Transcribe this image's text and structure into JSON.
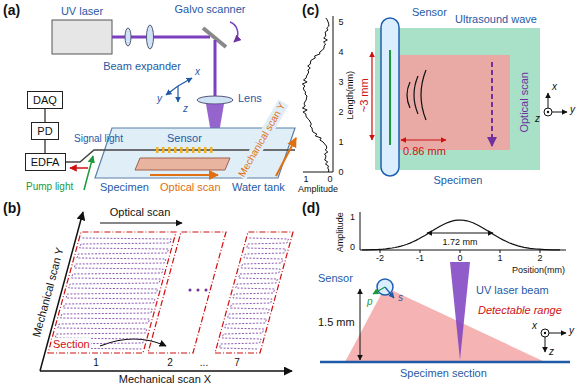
{
  "diagram": {
    "nodes": [
      {
        "text": [
          "DAQ"
        ]
      },
      {
        "text": [
          "PD"
        ]
      },
      {
        "text": [
          "EDFA"
        ]
      }
    ],
    "edges": [
      {
        "from": 0,
        "to": 1,
        "arrow": "none"
      },
      {
        "from": 1,
        "to": 2,
        "arrow": "none"
      }
    ],
    "labels": [
      "(a)",
      "UV laser",
      "Galvo scanner",
      "Beam expander",
      "x",
      "y",
      "z",
      "Lens",
      "Signal light",
      "Sensor",
      "Specimen",
      "Pump light",
      "Mechanical scan Y",
      "Optical scan",
      "Water tank",
      "(b)",
      "Optical scan",
      "Mechanical scan Y",
      "Section",
      "1",
      "2",
      "...",
      "7",
      "Mechanical scan X",
      "(c)",
      "Sensor",
      "Ultrasound wave",
      "Optical scan",
      "~3 mm",
      "0.86 mm",
      "Length(mm)",
      "5",
      "4",
      "3",
      "2",
      "1",
      "0",
      "1",
      "0",
      "Amplitude",
      "Specimen",
      "x",
      "y",
      "z",
      "(d)",
      "Amplitude",
      "1",
      "0",
      "-2",
      "-1",
      "0",
      "1",
      "2",
      "Position(mm)",
      "1.72 mm",
      "Sensor",
      "p",
      "s",
      "UV laser beam",
      "Detectable range",
      "1.5 mm",
      "Specimen section",
      "x",
      "y",
      "z"
    ]
  }
}
